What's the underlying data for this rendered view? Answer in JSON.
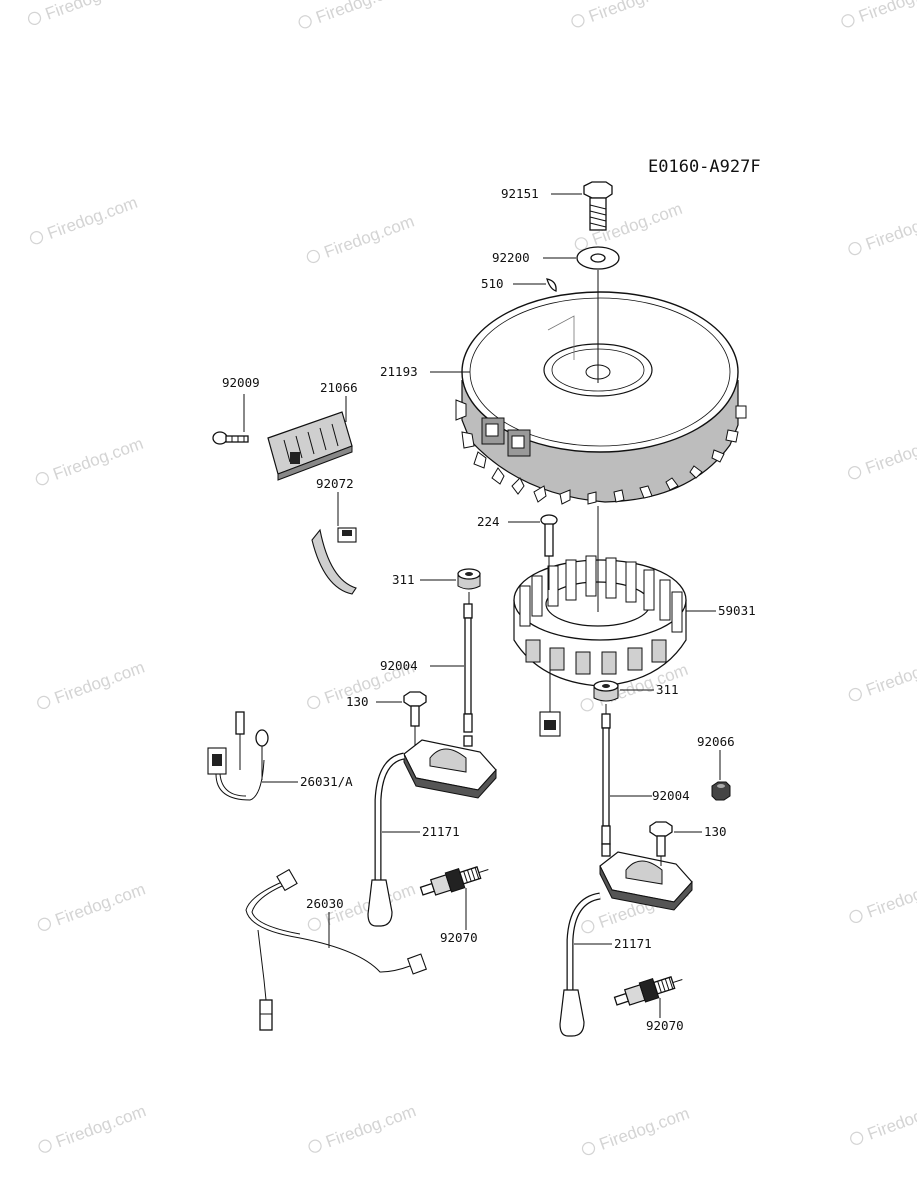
{
  "diagram": {
    "code": "E0160-A927F",
    "watermark": "Firedog.com",
    "labels": {
      "p92151": "92151",
      "p92200": "92200",
      "p510": "510",
      "p21193": "21193",
      "p21066": "21066",
      "p92009": "92009",
      "p92072": "92072",
      "p224": "224",
      "p59031": "59031",
      "p311a": "311",
      "p311b": "311",
      "p92004a": "92004",
      "p92004b": "92004",
      "p130a": "130",
      "p130b": "130",
      "p92066": "92066",
      "p26031": "26031/A",
      "p21171a": "21171",
      "p21171b": "21171",
      "p26030": "26030",
      "p92070a": "92070",
      "p92070b": "92070"
    }
  }
}
